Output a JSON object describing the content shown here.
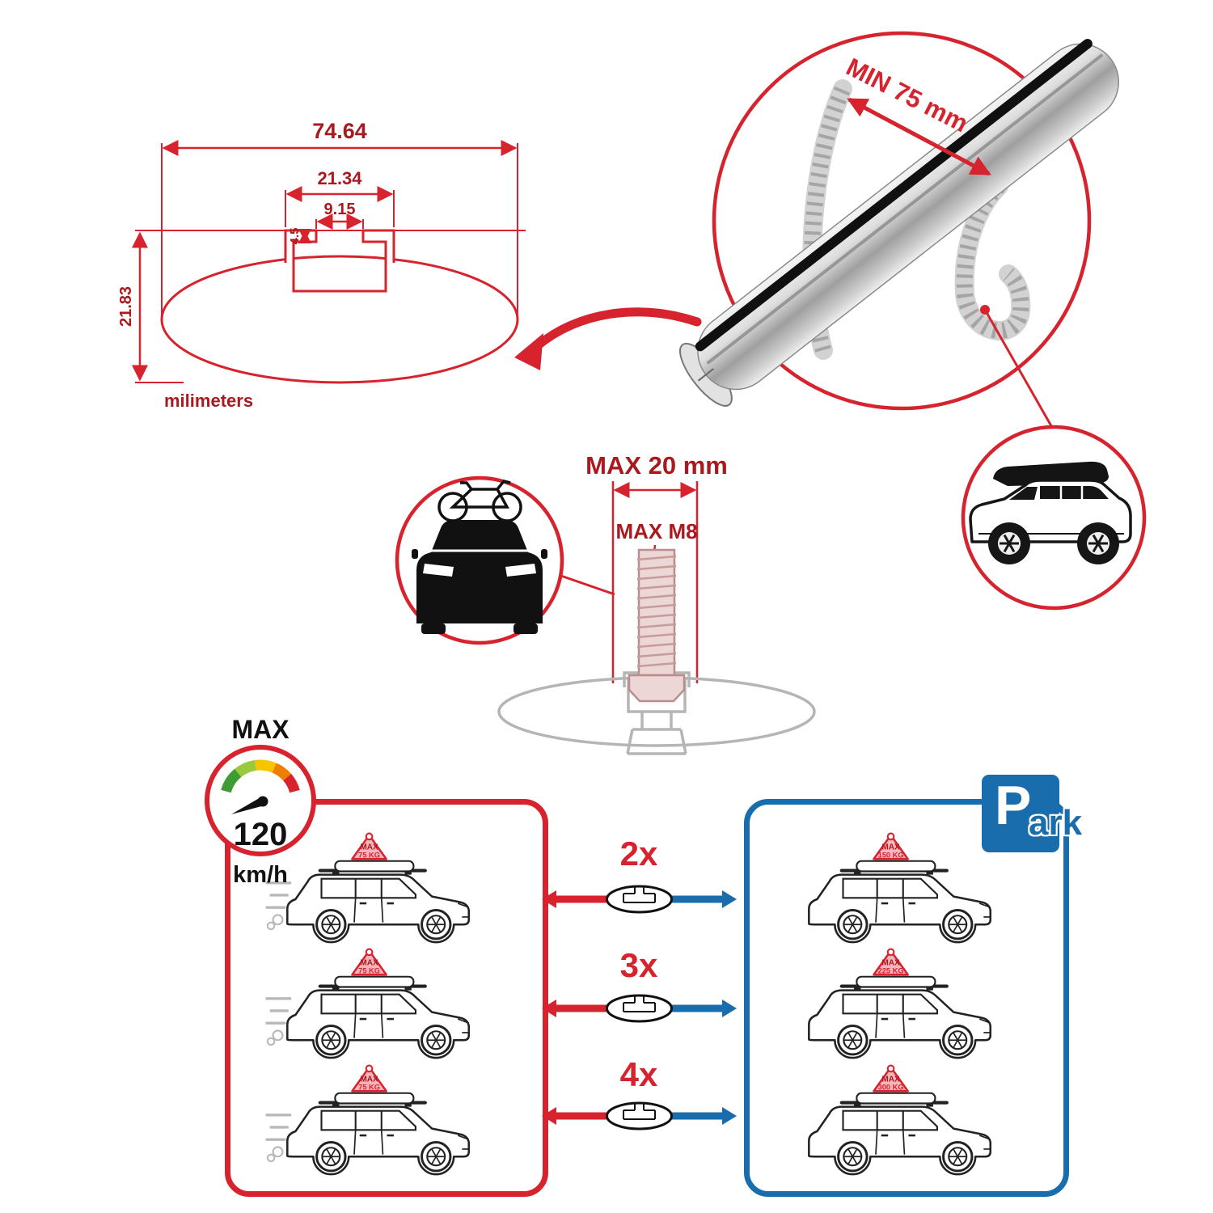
{
  "colors": {
    "red": "#d6232e",
    "dark_red": "#a81a1f",
    "blue": "#1a6dac",
    "gray": "#b5b5b5"
  },
  "tech_drawing": {
    "total_width": "74.64",
    "channel_width": "21.34",
    "slot_width": "9.15",
    "lip_height": "4.5",
    "total_height": "21.83",
    "unit_label": "milimeters"
  },
  "bar_detail": {
    "clamp_min_label": "MIN 75 mm"
  },
  "bolt_detail": {
    "width_label": "MAX 20 mm",
    "thread_label": "MAX M8"
  },
  "speed_limit": {
    "label": "MAX",
    "value": "120",
    "unit": "km/h"
  },
  "parking_sign": {
    "letter": "P",
    "suffix": "ark"
  },
  "capacity_rows": [
    {
      "multiplier": "2x",
      "driving": {
        "label": "MAX",
        "value": "75 KG"
      },
      "parked": {
        "label": "MAX",
        "value": "150 KG"
      }
    },
    {
      "multiplier": "3x",
      "driving": {
        "label": "MAX",
        "value": "75 KG"
      },
      "parked": {
        "label": "MAX",
        "value": "225 KG"
      }
    },
    {
      "multiplier": "4x",
      "driving": {
        "label": "MAX",
        "value": "75 KG"
      },
      "parked": {
        "label": "MAX",
        "value": "300 KG"
      }
    }
  ]
}
